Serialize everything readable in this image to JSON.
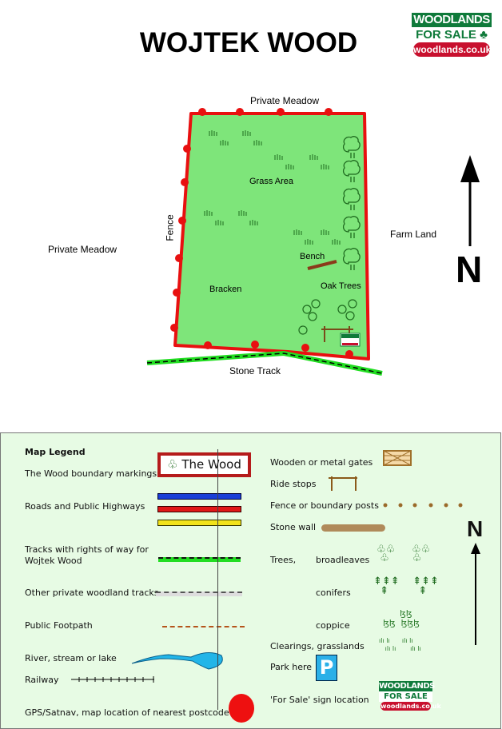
{
  "title": "WOJTEK WOOD",
  "logo": {
    "line1": "WOODLANDS",
    "line2": "FOR SALE",
    "url": "woodlands.co.uk"
  },
  "map_labels": {
    "top_neighbour": "Private Meadow",
    "left_neighbour": "Private Meadow",
    "right_neighbour": "Farm Land",
    "fence": "Fence",
    "grass": "Grass Area",
    "bench": "Bench",
    "oak": "Oak Trees",
    "bracken": "Bracken",
    "track": "Stone Track",
    "north": "N"
  },
  "colors": {
    "boundary": "#e81010",
    "wood_fill": "#7ee57a",
    "track": "#22dd22",
    "legend_bg": "#e7fbe4"
  },
  "legend": {
    "heading": "Map Legend",
    "left": [
      {
        "label": "The Wood boundary markings",
        "sample": "The Wood"
      },
      {
        "label": "Roads and Public Highways"
      },
      {
        "label": "Tracks with rights of way for",
        "label2": "Wojtek Wood"
      },
      {
        "label": "Other private woodland tracks"
      },
      {
        "label": "Public Footpath"
      },
      {
        "label": "River, stream or lake"
      },
      {
        "label": "Railway"
      },
      {
        "label": "GPS/Satnav, map location of nearest postcode"
      }
    ],
    "right": [
      {
        "label": "Wooden or metal gates"
      },
      {
        "label": "Ride stops"
      },
      {
        "label": "Fence or boundary posts"
      },
      {
        "label": "Stone wall"
      },
      {
        "label": "Trees,",
        "sub": "broadleaves"
      },
      {
        "sub": "conifers"
      },
      {
        "sub": "coppice"
      },
      {
        "label": "Clearings, grasslands"
      },
      {
        "label": "Park here",
        "sign": "P"
      },
      {
        "label": "'For Sale'  sign location"
      }
    ],
    "north": "N"
  }
}
